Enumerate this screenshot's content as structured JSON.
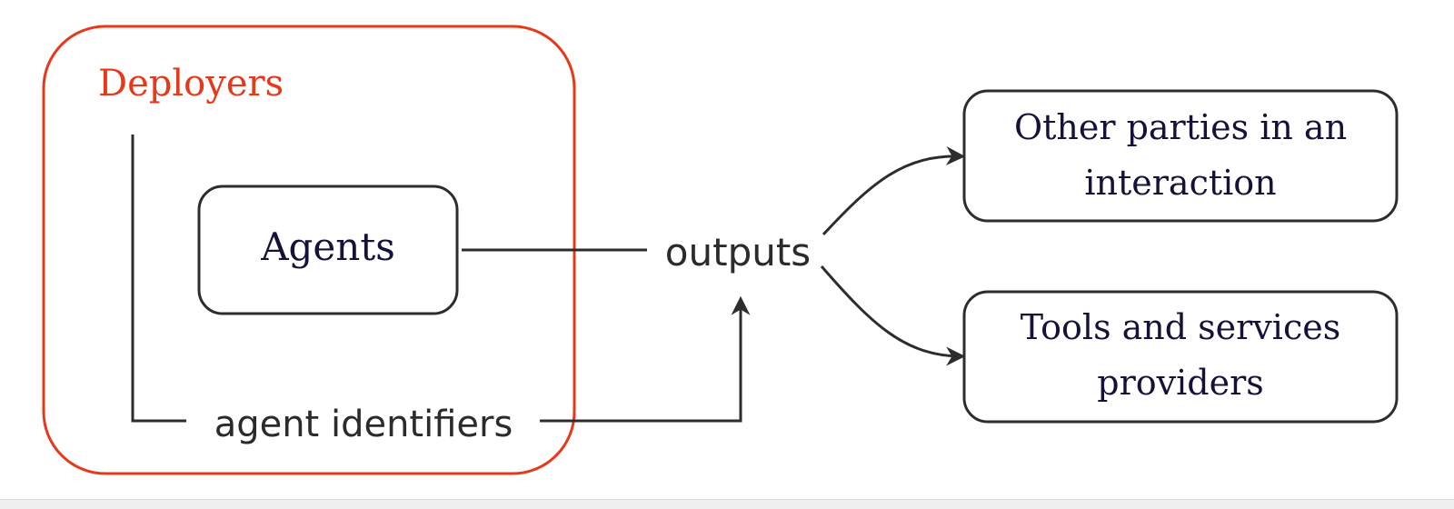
{
  "colors": {
    "deployer_accent": "#e5391a",
    "stroke": "#2d2d2d",
    "box_text": "#15123a",
    "label_text": "#2b2b2b"
  },
  "deployers": {
    "label": "Deployers"
  },
  "agents": {
    "label": "Agents"
  },
  "flow": {
    "outputs_label": "outputs",
    "identifiers_label": "agent identifiers"
  },
  "targets": {
    "other_parties": {
      "line1": "Other parties in an",
      "line2": "interaction"
    },
    "tools": {
      "line1": "Tools and services",
      "line2": "providers"
    }
  },
  "icons": {
    "arrow_head": "arrow-head"
  }
}
